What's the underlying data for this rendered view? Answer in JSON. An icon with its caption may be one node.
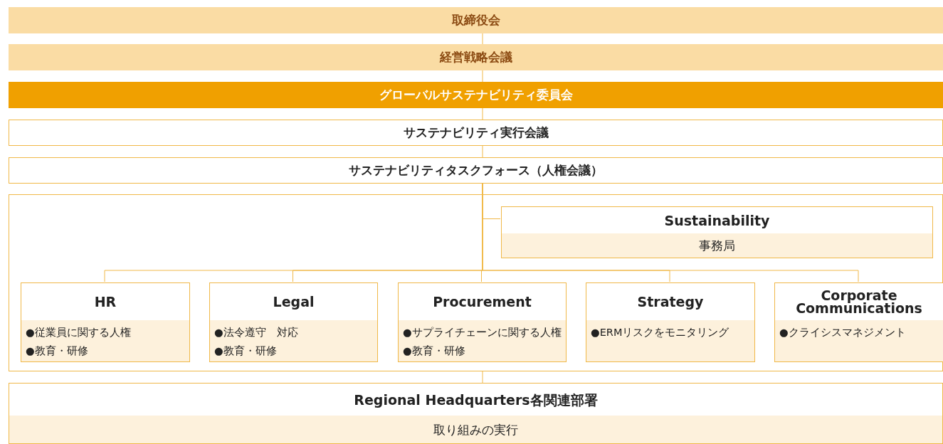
{
  "diagram": {
    "nodes": [
      {
        "text": [
          "取締役会"
        ]
      },
      {
        "text": [
          "経営戦略会議"
        ]
      },
      {
        "text": [
          "グローバルサステナビリティ委員会"
        ]
      },
      {
        "text": [
          "サステナビリティ実行会議"
        ]
      },
      {
        "text": [
          "サステナビリティタスクフォース（人権会議）"
        ]
      },
      {
        "text": [],
        "shape": "box"
      },
      {
        "text": [
          "Sustainability",
          "事務局"
        ],
        "in": 5
      },
      {
        "text": [
          "HR",
          "●従業員に関する人権",
          "●教育・研修"
        ],
        "in": 5
      },
      {
        "text": [
          "Legal",
          "●法令遵守　対応",
          "●教育・研修"
        ],
        "in": 5
      },
      {
        "text": [
          "Procurement",
          "●サプライチェーンに関する人権",
          "●教育・研修"
        ],
        "in": 5
      },
      {
        "text": [
          "Strategy",
          "●ERMリスクをモニタリング"
        ],
        "in": 5
      },
      {
        "text": [
          "Corporate Communications",
          "●クライシスマネジメント"
        ],
        "in": 5
      },
      {
        "text": [
          "Regional Headquarters各関連部署",
          "取り組みの実行"
        ]
      }
    ],
    "edges": [
      {
        "from": 0,
        "to": 1,
        "arrow": "none"
      },
      {
        "from": 1,
        "to": 2,
        "arrow": "none"
      },
      {
        "from": 2,
        "to": 3,
        "arrow": "none"
      },
      {
        "from": 3,
        "to": 4,
        "arrow": "none"
      },
      {
        "from": 4,
        "to": 6,
        "arrow": "none"
      },
      {
        "from": 4,
        "to": 7,
        "arrow": "none"
      },
      {
        "from": 4,
        "to": 8,
        "arrow": "none"
      },
      {
        "from": 4,
        "to": 9,
        "arrow": "none"
      },
      {
        "from": 4,
        "to": 10,
        "arrow": "none"
      },
      {
        "from": 4,
        "to": 11,
        "arrow": "none"
      },
      {
        "from": 5,
        "to": 12,
        "arrow": "none"
      }
    ]
  }
}
